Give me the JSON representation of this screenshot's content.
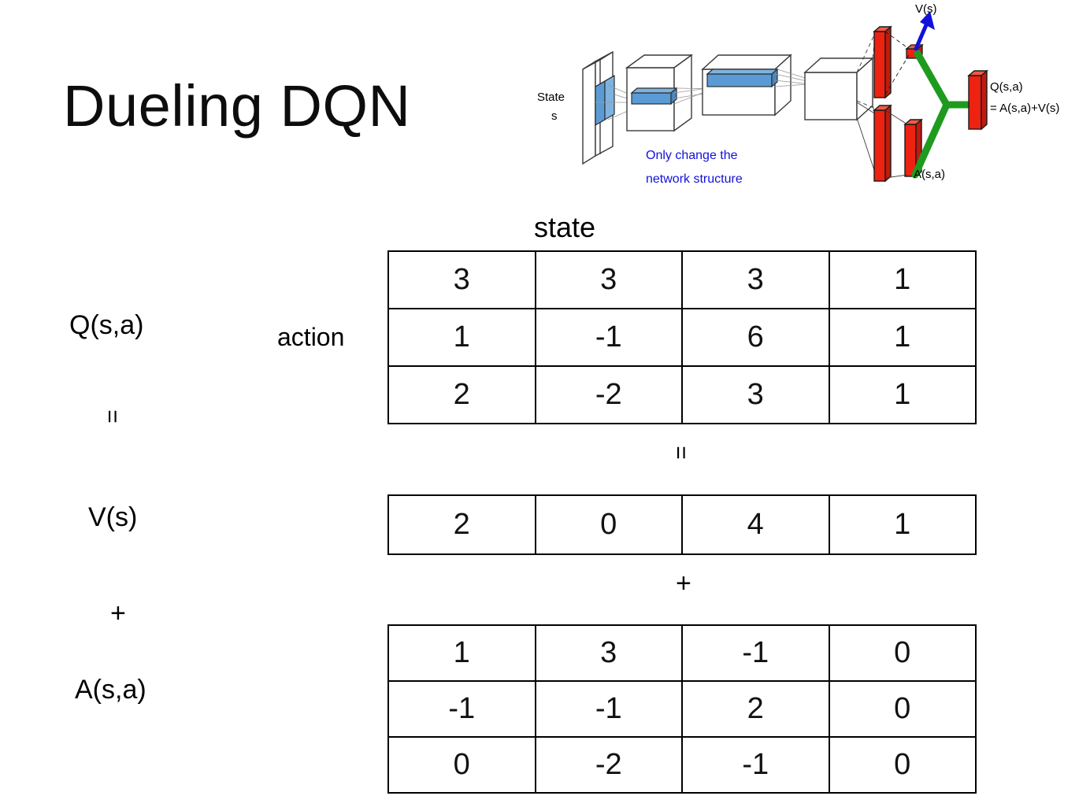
{
  "title": "Dueling DQN",
  "diagram": {
    "input_label_line1": "State",
    "input_label_line2": "s",
    "note_line1": "Only change the",
    "note_line2": "network structure",
    "value_label": "V(s)",
    "advantage_label": "A(s,a)",
    "output_label_line1": "Q(s,a)",
    "output_label_line2": "= A(s,a)+V(s)",
    "colors": {
      "note_text": "#1111dd",
      "arrow": "#1111dd",
      "fc_bar": "#ee2211",
      "merge_line": "#1e9b1e",
      "filter": "#5b9bd5",
      "outline": "#3a3a3a"
    }
  },
  "labels": {
    "q_label": "Q(s,a)",
    "v_label": "V(s)",
    "a_label": "A(s,a)",
    "eq_left": "=",
    "plus_left": "+",
    "eq_mid": "=",
    "plus_mid": "+",
    "state_axis": "state",
    "action_axis": "action"
  },
  "chart_data": {
    "type": "table",
    "title": "Dueling DQN",
    "xlabel": "state",
    "ylabel": "action",
    "tables": [
      {
        "name": "Q(s,a)",
        "rows": [
          [
            "3",
            "3",
            "3",
            "1"
          ],
          [
            "1",
            "-1",
            "6",
            "1"
          ],
          [
            "2",
            "-2",
            "3",
            "1"
          ]
        ]
      },
      {
        "name": "V(s)",
        "rows": [
          [
            "2",
            "0",
            "4",
            "1"
          ]
        ]
      },
      {
        "name": "A(s,a)",
        "rows": [
          [
            "1",
            "3",
            "-1",
            "0"
          ],
          [
            "-1",
            "-1",
            "2",
            "0"
          ],
          [
            "0",
            "-2",
            "-1",
            "0"
          ]
        ]
      }
    ],
    "relation": "Q(s,a) = V(s) + A(s,a)"
  }
}
